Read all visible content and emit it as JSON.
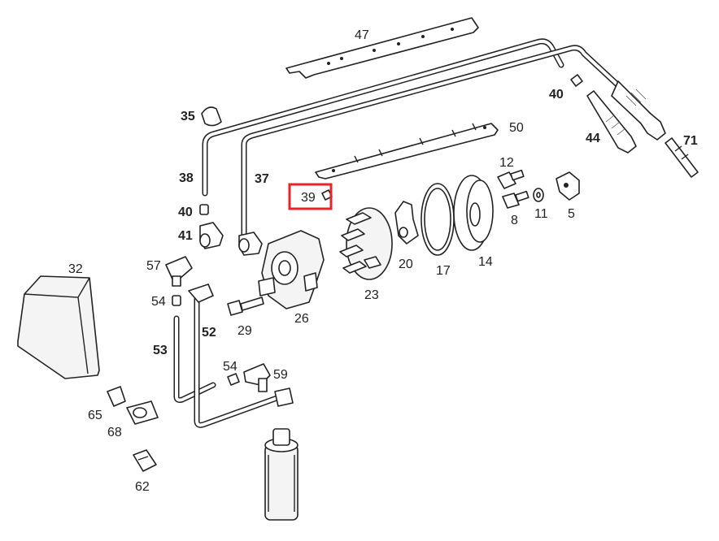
{
  "highlight_color": "#e8232a",
  "diagram": {
    "labels": {
      "p47": "47",
      "p50": "50",
      "p35": "35",
      "p40a": "40",
      "p44": "44",
      "p71": "71",
      "p38": "38",
      "p37": "37",
      "p39": "39",
      "p12": "12",
      "p40b": "40",
      "p41": "41",
      "p8": "8",
      "p11": "11",
      "p5": "5",
      "p32": "32",
      "p57": "57",
      "p20": "20",
      "p17": "17",
      "p14": "14",
      "p54a": "54",
      "p29": "29",
      "p26": "26",
      "p23": "23",
      "p52": "52",
      "p53": "53",
      "p54b": "54",
      "p59": "59",
      "p65": "65",
      "p68": "68",
      "p62": "62"
    },
    "highlighted_part": "39"
  }
}
